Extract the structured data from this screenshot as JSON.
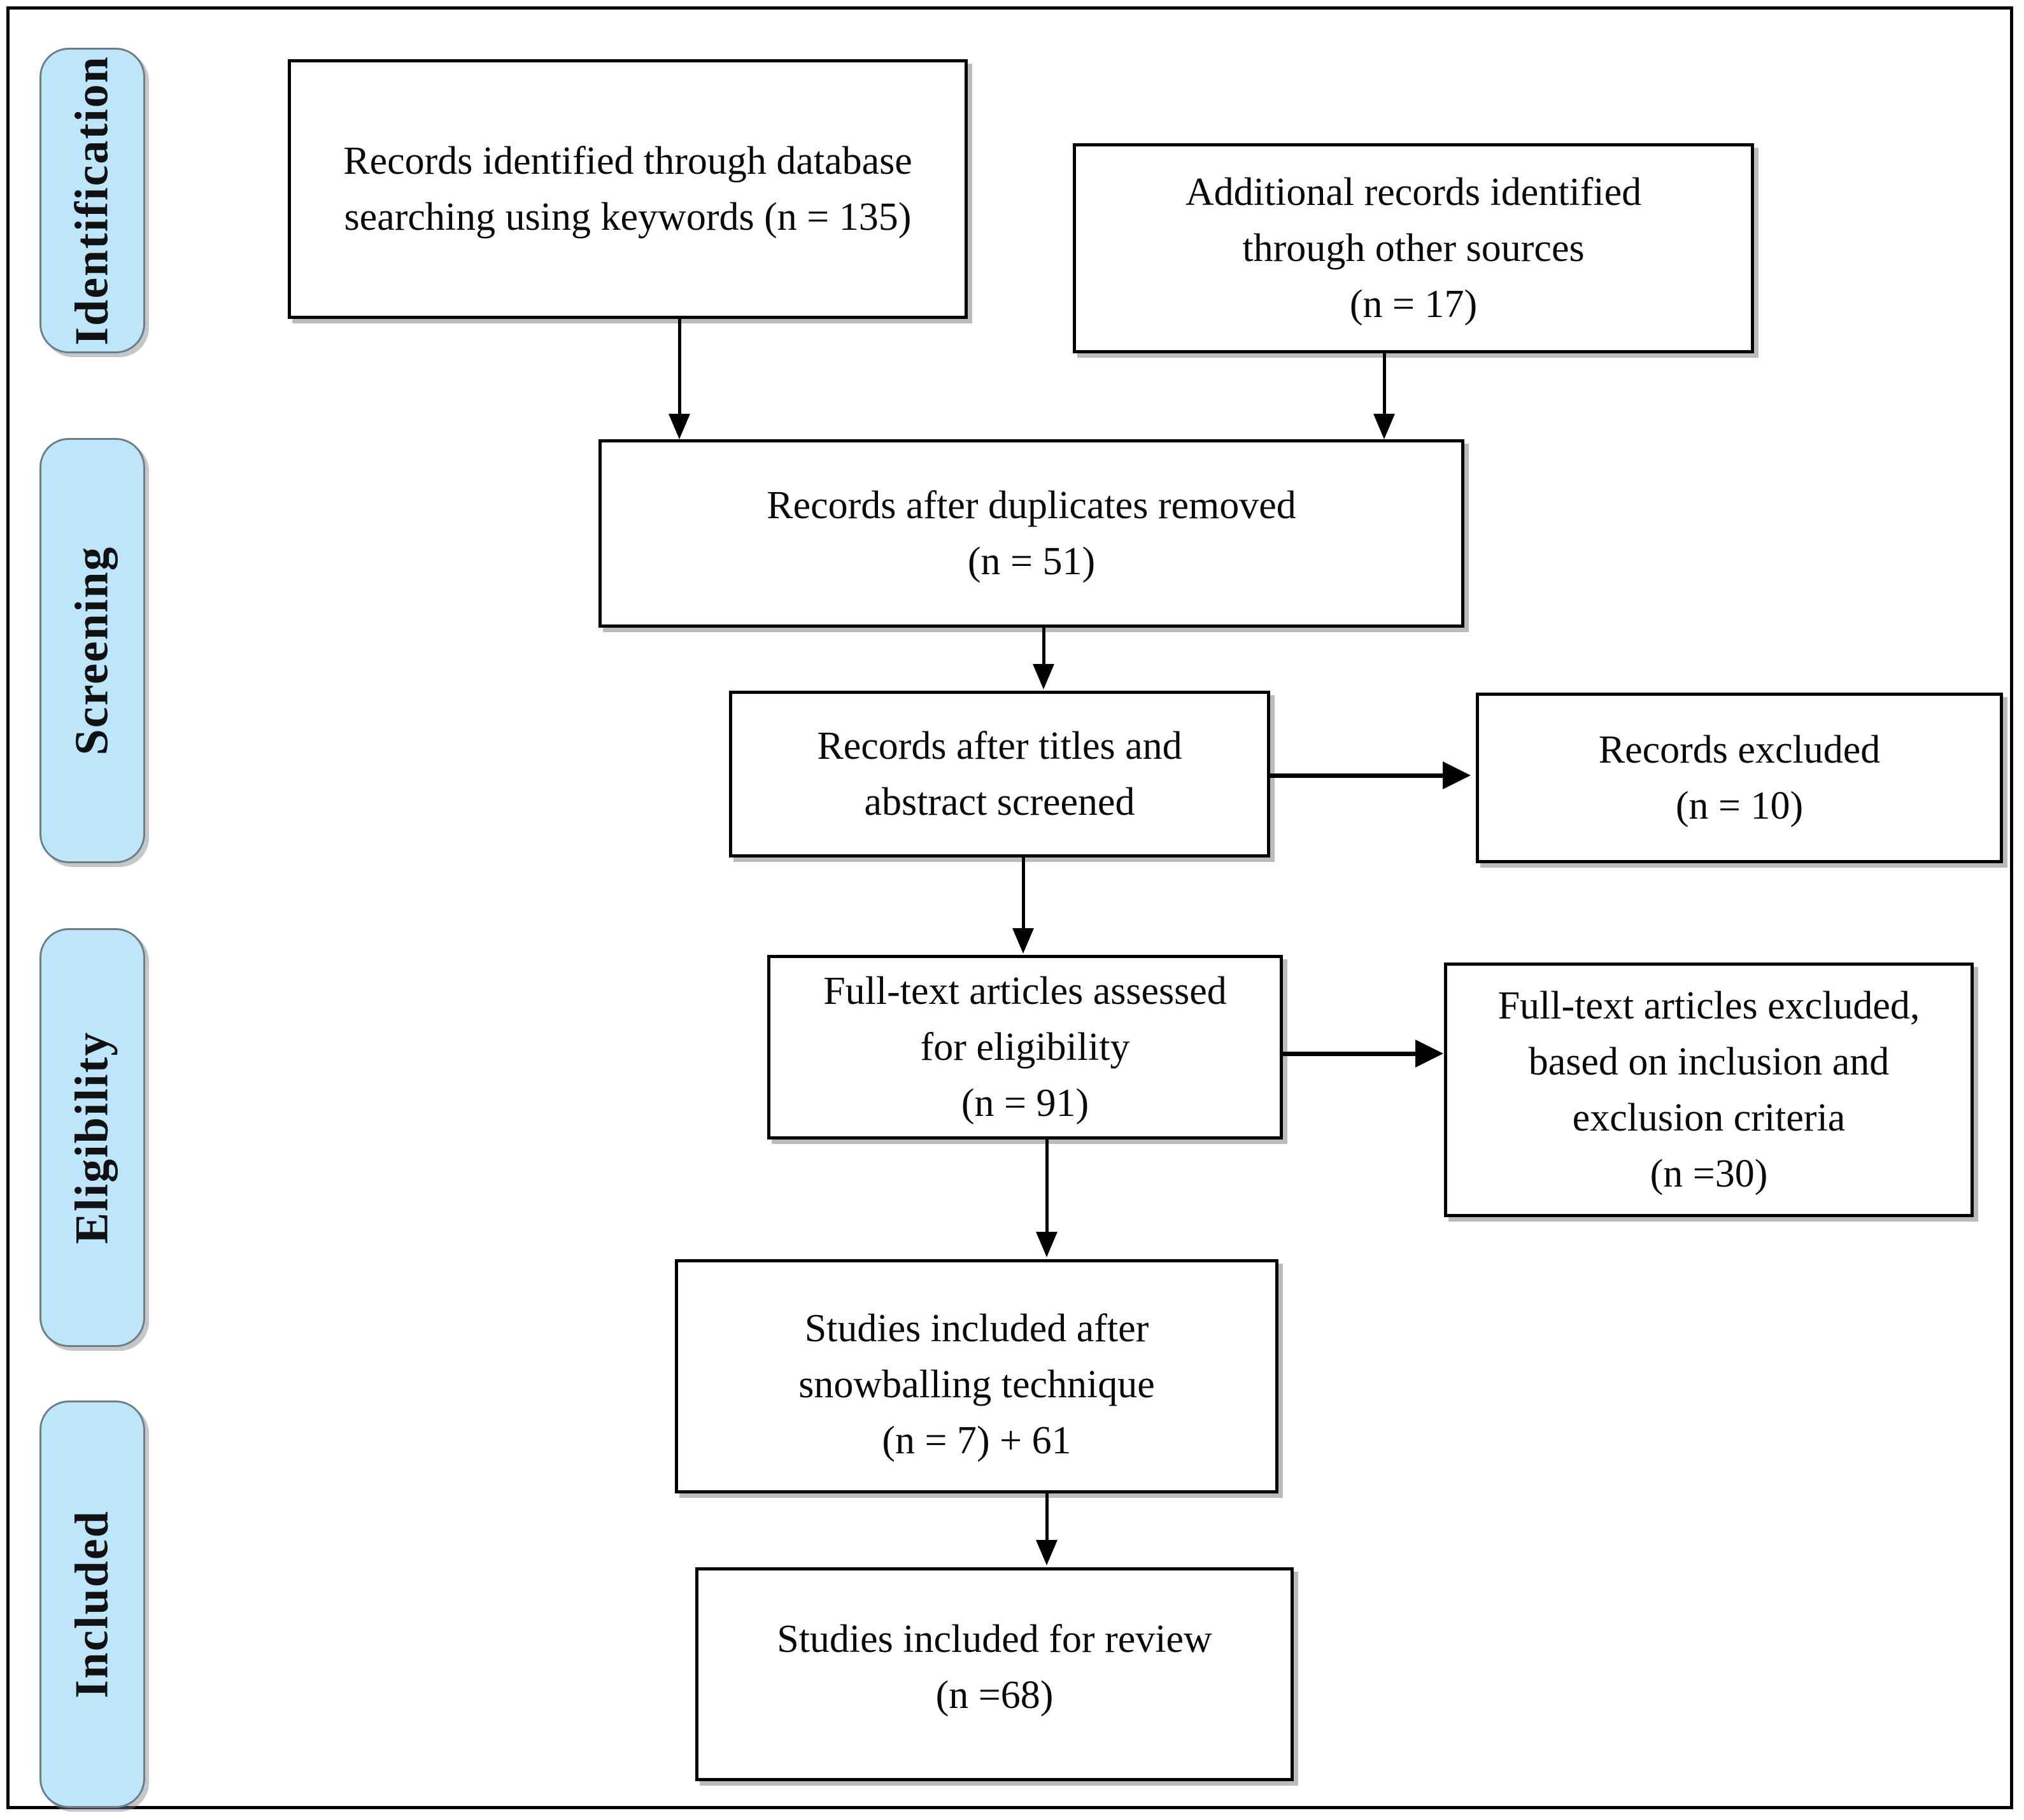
{
  "diagram": {
    "type": "prisma-flow-diagram",
    "stages": [
      {
        "id": "identification",
        "label": "Identification"
      },
      {
        "id": "screening",
        "label": "Screening"
      },
      {
        "id": "eligibility",
        "label": "Eligibility"
      },
      {
        "id": "included",
        "label": "Included"
      }
    ],
    "boxes": [
      {
        "id": "records-identified-database",
        "lines": [
          "Records identified through database",
          "searching using keywords (n = 135)"
        ]
      },
      {
        "id": "additional-records-other-sources",
        "lines": [
          "Additional records identified",
          "through other sources",
          "(n = 17)"
        ]
      },
      {
        "id": "records-after-duplicates-removed",
        "lines": [
          "Records after duplicates removed",
          "(n = 51)"
        ]
      },
      {
        "id": "records-after-titles-abstract-screened",
        "lines": [
          "Records after titles and",
          "abstract screened"
        ]
      },
      {
        "id": "records-excluded",
        "lines": [
          "Records excluded",
          "(n = 10)"
        ]
      },
      {
        "id": "full-text-assessed-eligibility",
        "lines": [
          "Full-text articles assessed",
          "for eligibility",
          "(n = 91)"
        ]
      },
      {
        "id": "full-text-excluded",
        "lines": [
          "Full-text articles excluded,",
          "based on inclusion and",
          "exclusion criteria",
          "(n =30)"
        ]
      },
      {
        "id": "studies-included-snowballing",
        "lines": [
          "Studies included after",
          "snowballing technique",
          "(n = 7) + 61"
        ]
      },
      {
        "id": "studies-included-for-review",
        "lines": [
          "Studies included for review",
          "(n =68)"
        ]
      }
    ],
    "colors": {
      "stage_fill": "#bde6fa",
      "stage_border": "#6e7c84",
      "box_border": "#000000",
      "box_fill": "#ffffff",
      "text": "#0a0a0a"
    }
  }
}
